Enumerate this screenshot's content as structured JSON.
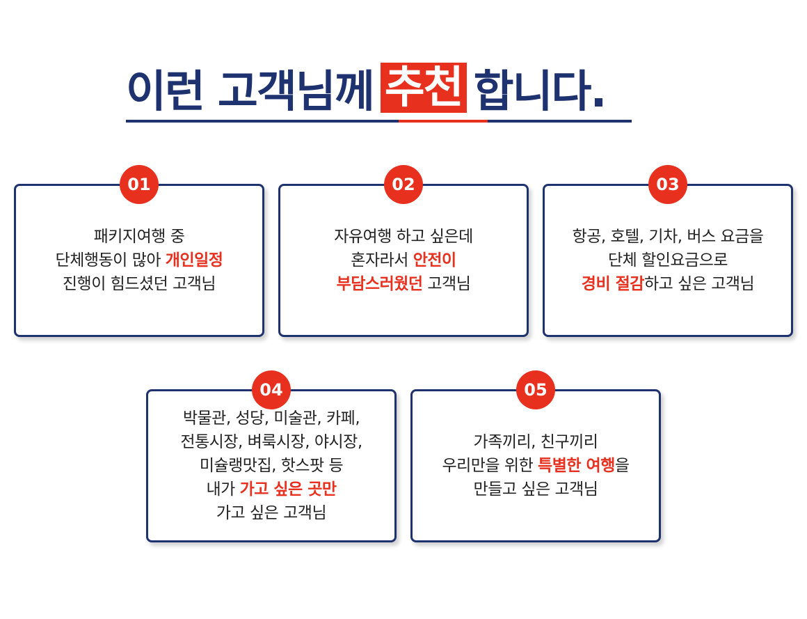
{
  "title": {
    "pre": "이런 고객님께",
    "highlight": "추천",
    "post": "합니다."
  },
  "colors": {
    "navy": "#1f3270",
    "red": "#e8301f"
  },
  "cards": [
    {
      "num": "01",
      "lines": [
        {
          "t1": "패키지여행 중",
          "r": "",
          "t2": ""
        },
        {
          "t1": "단체행동이 많아 ",
          "r": "개인일정",
          "t2": ""
        },
        {
          "t1": "진행이 힘드셨던 고객님",
          "r": "",
          "t2": ""
        }
      ]
    },
    {
      "num": "02",
      "lines": [
        {
          "t1": "자유여행 하고 싶은데",
          "r": "",
          "t2": ""
        },
        {
          "t1": "혼자라서 ",
          "r": "안전이",
          "t2": ""
        },
        {
          "t1": "",
          "r": "부담스러웠던",
          "t2": " 고객님"
        }
      ]
    },
    {
      "num": "03",
      "lines": [
        {
          "t1": "항공, 호텔, 기차, 버스 요금을",
          "r": "",
          "t2": ""
        },
        {
          "t1": "단체 할인요금으로",
          "r": "",
          "t2": ""
        },
        {
          "t1": "",
          "r": "경비 절감",
          "t2": "하고 싶은 고객님"
        }
      ]
    },
    {
      "num": "04",
      "lines": [
        {
          "t1": "박물관, 성당, 미술관, 카페,",
          "r": "",
          "t2": ""
        },
        {
          "t1": "전통시장, 벼룩시장, 야시장,",
          "r": "",
          "t2": ""
        },
        {
          "t1": "미슐랭맛집, 핫스팟 등",
          "r": "",
          "t2": ""
        },
        {
          "t1": "내가 ",
          "r": "가고 싶은 곳만",
          "t2": ""
        },
        {
          "t1": "가고 싶은 고객님",
          "r": "",
          "t2": ""
        }
      ]
    },
    {
      "num": "05",
      "lines": [
        {
          "t1": "가족끼리, 친구끼리",
          "r": "",
          "t2": ""
        },
        {
          "t1": "우리만을 위한 ",
          "r": "특별한 여행",
          "t2": "을"
        },
        {
          "t1": "만들고 싶은 고객님",
          "r": "",
          "t2": ""
        }
      ]
    }
  ]
}
